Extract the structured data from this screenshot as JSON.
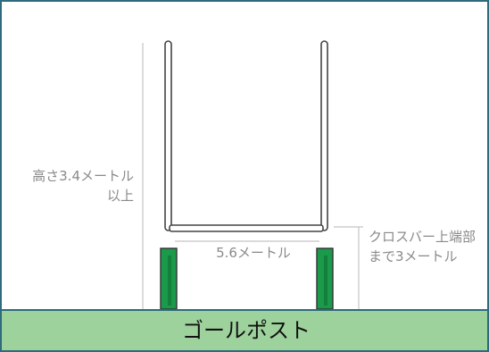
{
  "diagram": {
    "title": "ゴールポスト",
    "height_label_line1": "高さ3.4メートル",
    "height_label_line2": "以上",
    "width_label": "5.6メートル",
    "crossbar_label_line1": "クロスバー上端部",
    "crossbar_label_line2": "まで3メートル"
  },
  "colors": {
    "ground": "#9dd29d",
    "border": "#2e6b7c",
    "post_pad": "#1a9a4a",
    "dimension_line": "#bbbbbb",
    "label_text": "#8a8a8a"
  }
}
